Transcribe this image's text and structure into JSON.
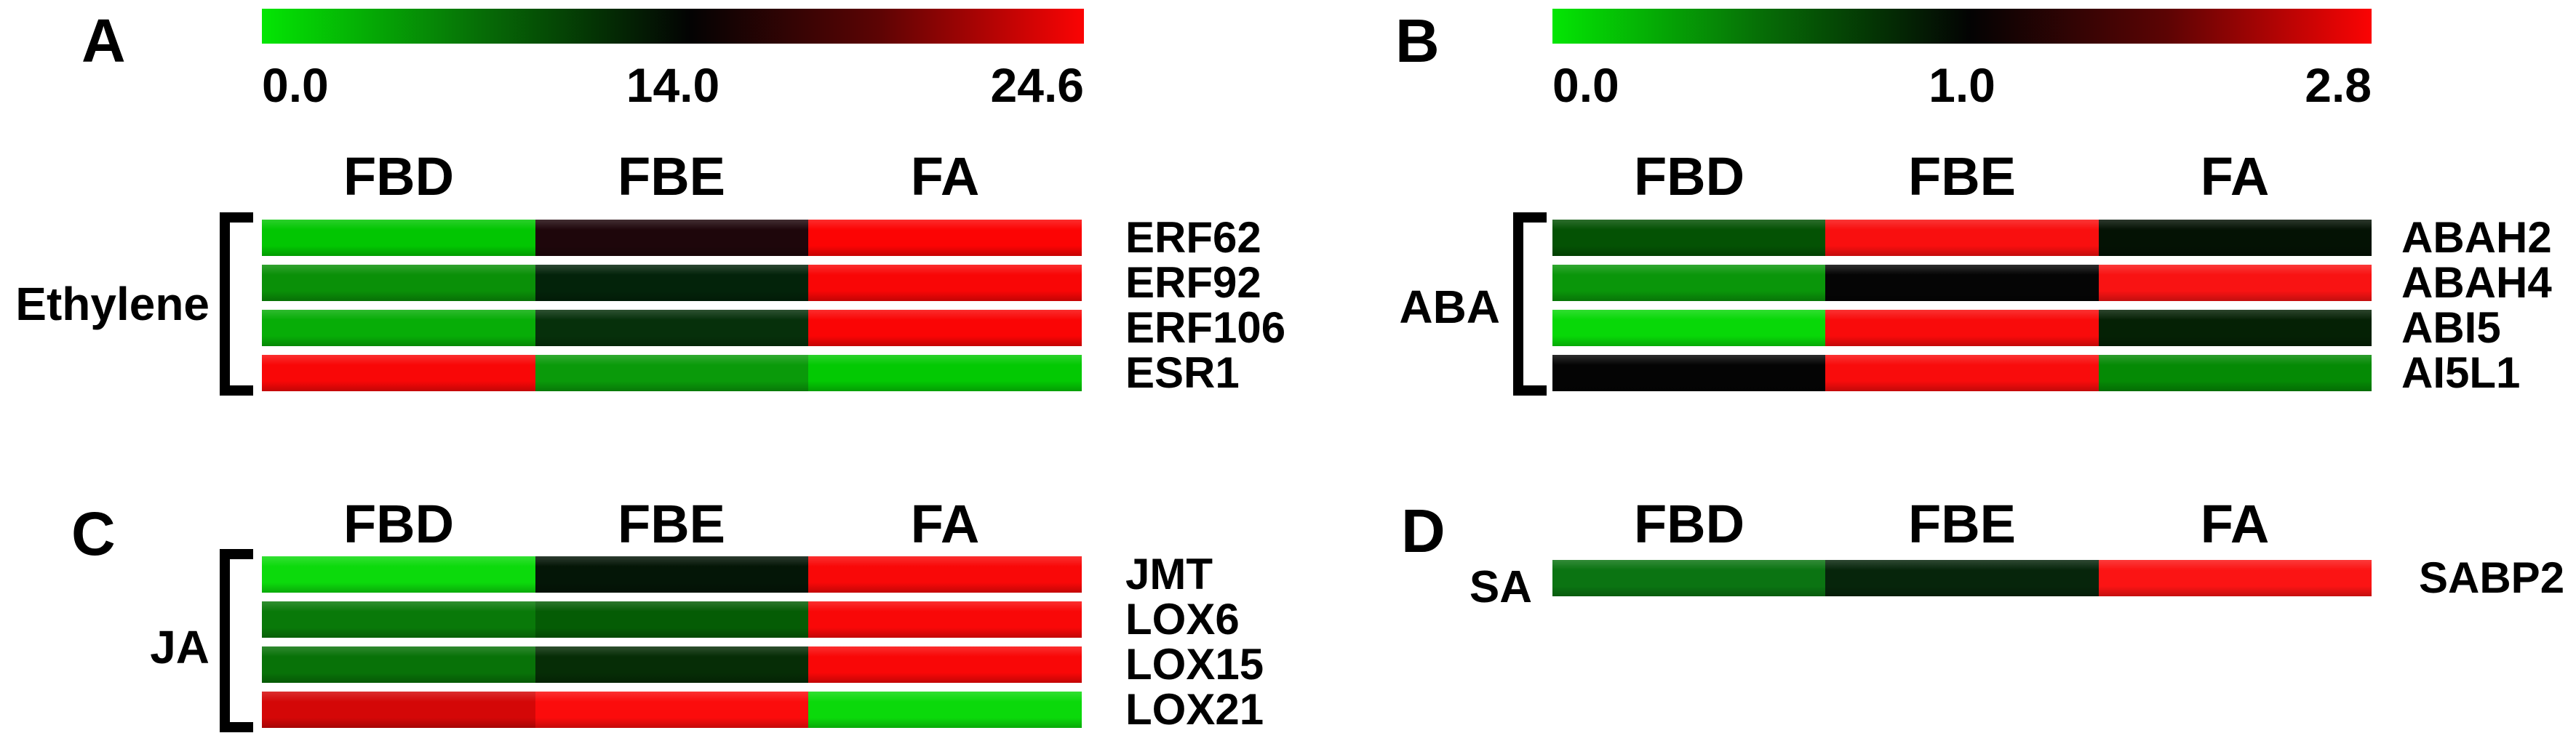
{
  "figure": {
    "background": "#ffffff",
    "panels": [
      {
        "id": "A",
        "letter": "A",
        "group_label": "Ethylene",
        "has_bracket": true,
        "colorbar": {
          "ticks": [
            "0.0",
            "14.0",
            "24.6"
          ],
          "gradient": [
            "#04e604",
            "#030303",
            "#fb0404"
          ]
        },
        "columns": [
          "FBD",
          "FBE",
          "FA"
        ],
        "rows": [
          {
            "gene": "ERF62",
            "colors": [
              "#02c602",
              "#1e060b",
              "#fc0404"
            ]
          },
          {
            "gene": "ERF92",
            "colors": [
              "#0a9008",
              "#03230a",
              "#f90606"
            ]
          },
          {
            "gene": "ERF106",
            "colors": [
              "#07ad07",
              "#06300b",
              "#fa0505"
            ]
          },
          {
            "gene": "ESR1",
            "colors": [
              "#f90707",
              "#0a9a0a",
              "#03c903"
            ]
          }
        ]
      },
      {
        "id": "B",
        "letter": "B",
        "group_label": "ABA",
        "has_bracket": true,
        "colorbar": {
          "ticks": [
            "0.0",
            "1.0",
            "2.8"
          ],
          "gradient": [
            "#04e604",
            "#030303",
            "#fb0404"
          ]
        },
        "columns": [
          "FBD",
          "FBE",
          "FA"
        ],
        "rows": [
          {
            "gene": "ABAH2",
            "colors": [
              "#045204",
              "#f90f0f",
              "#041204"
            ]
          },
          {
            "gene": "ABAH4",
            "colors": [
              "#0a960a",
              "#050505",
              "#f91313"
            ]
          },
          {
            "gene": "ABI5",
            "colors": [
              "#08d808",
              "#f90b0b",
              "#052105"
            ]
          },
          {
            "gene": "AI5L1",
            "colors": [
              "#040404",
              "#f90c0c",
              "#058a05"
            ]
          }
        ]
      },
      {
        "id": "C",
        "letter": "C",
        "group_label": "JA",
        "has_bracket": true,
        "colorbar": null,
        "columns": [
          "FBD",
          "FBE",
          "FA"
        ],
        "rows": [
          {
            "gene": "JMT",
            "colors": [
              "#0cda0c",
              "#041607",
              "#f90808"
            ]
          },
          {
            "gene": "LOX6",
            "colors": [
              "#097909",
              "#055c05",
              "#f90808"
            ]
          },
          {
            "gene": "LOX15",
            "colors": [
              "#087208",
              "#062d06",
              "#f90707"
            ]
          },
          {
            "gene": "LOX21",
            "colors": [
              "#d40707",
              "#fb0c0c",
              "#0bd90b"
            ]
          }
        ]
      },
      {
        "id": "D",
        "letter": "D",
        "group_label": "SA",
        "has_bracket": false,
        "colorbar": null,
        "columns": [
          "FBD",
          "FBE",
          "FA"
        ],
        "rows": [
          {
            "gene": "SABP2",
            "colors": [
              "#0b7412",
              "#06250b",
              "#fb1414"
            ]
          }
        ]
      }
    ]
  },
  "chart_data": [
    {
      "type": "heatmap",
      "panel": "A",
      "group": "Ethylene",
      "columns": [
        "FBD",
        "FBE",
        "FA"
      ],
      "rows": [
        "ERF62",
        "ERF92",
        "ERF106",
        "ESR1"
      ],
      "scale": {
        "min": 0.0,
        "mid": 14.0,
        "max": 24.6,
        "color_low": "green",
        "color_mid": "black",
        "color_high": "red"
      },
      "cell_colors": [
        [
          "#02c602",
          "#1e060b",
          "#fc0404"
        ],
        [
          "#0a9008",
          "#03230a",
          "#f90606"
        ],
        [
          "#07ad07",
          "#06300b",
          "#fa0505"
        ],
        [
          "#f90707",
          "#0a9a0a",
          "#03c903"
        ]
      ],
      "values_estimated_from_colors": [
        [
          2.0,
          15.0,
          23.5
        ],
        [
          7.0,
          12.5,
          23.0
        ],
        [
          5.5,
          12.5,
          23.0
        ],
        [
          23.0,
          7.0,
          2.5
        ]
      ]
    },
    {
      "type": "heatmap",
      "panel": "B",
      "group": "ABA",
      "columns": [
        "FBD",
        "FBE",
        "FA"
      ],
      "rows": [
        "ABAH2",
        "ABAH4",
        "ABI5",
        "AI5L1"
      ],
      "scale": {
        "min": 0.0,
        "mid": 1.0,
        "max": 2.8,
        "color_low": "green",
        "color_mid": "black",
        "color_high": "red"
      },
      "cell_colors": [
        [
          "#045204",
          "#f90f0f",
          "#041204"
        ],
        [
          "#0a960a",
          "#050505",
          "#f91313"
        ],
        [
          "#08d808",
          "#f90b0b",
          "#052105"
        ],
        [
          "#040404",
          "#f90c0c",
          "#058a05"
        ]
      ],
      "values_estimated_from_colors": [
        [
          0.55,
          2.6,
          1.0
        ],
        [
          0.45,
          1.0,
          2.6
        ],
        [
          0.1,
          2.6,
          0.85
        ],
        [
          1.0,
          2.6,
          0.5
        ]
      ]
    },
    {
      "type": "heatmap",
      "panel": "C",
      "group": "JA",
      "columns": [
        "FBD",
        "FBE",
        "FA"
      ],
      "rows": [
        "JMT",
        "LOX6",
        "LOX15",
        "LOX21"
      ],
      "scale": null,
      "scale_not_shown": true,
      "cell_colors": [
        [
          "#0cda0c",
          "#041607",
          "#f90808"
        ],
        [
          "#097909",
          "#055c05",
          "#f90808"
        ],
        [
          "#087208",
          "#062d06",
          "#f90707"
        ],
        [
          "#d40707",
          "#fb0c0c",
          "#0bd90b"
        ]
      ]
    },
    {
      "type": "heatmap",
      "panel": "D",
      "group": "SA",
      "columns": [
        "FBD",
        "FBE",
        "FA"
      ],
      "rows": [
        "SABP2"
      ],
      "scale": null,
      "scale_not_shown": true,
      "cell_colors": [
        [
          "#0b7412",
          "#06250b",
          "#fb1414"
        ]
      ]
    }
  ]
}
